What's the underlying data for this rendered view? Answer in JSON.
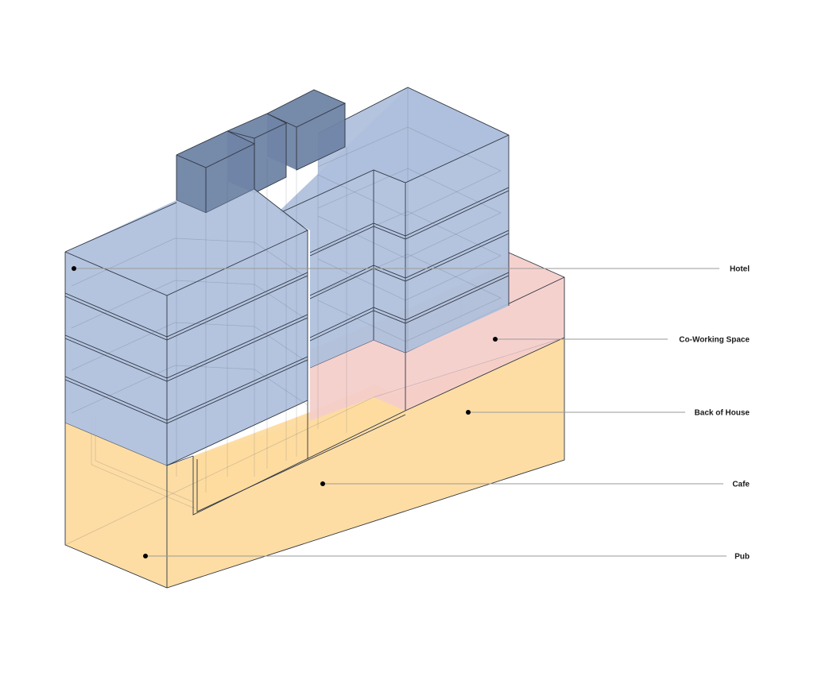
{
  "diagram": {
    "type": "axonometric massing diagram",
    "colors": {
      "hotel": "#aebfdc",
      "hotel_rooftop": "#6f84a5",
      "coworking": "#f4cdca",
      "cafe_pub": "#fedb9f",
      "edge": "#2f3642",
      "leader": "#9a9a9a",
      "label": "#1a1a1a"
    },
    "labels": [
      {
        "id": "hotel",
        "text": "Hotel"
      },
      {
        "id": "coworking",
        "text": "Co-Working Space"
      },
      {
        "id": "back-of-house",
        "text": "Back of House"
      },
      {
        "id": "cafe",
        "text": "Cafe"
      },
      {
        "id": "pub",
        "text": "Pub"
      }
    ]
  }
}
